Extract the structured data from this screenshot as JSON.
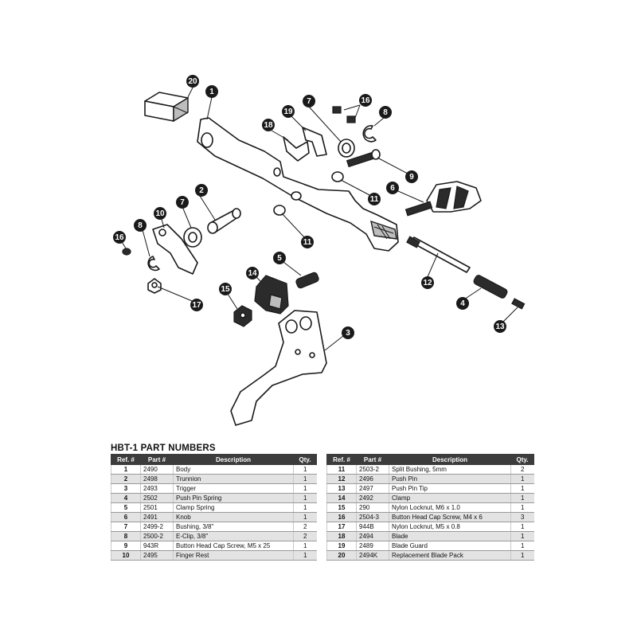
{
  "diagram": {
    "callouts": [
      "20",
      "1",
      "7",
      "16",
      "8",
      "18",
      "19",
      "9",
      "11",
      "6",
      "2",
      "7",
      "10",
      "8",
      "16",
      "11",
      "12",
      "5",
      "14",
      "4",
      "15",
      "17",
      "13",
      "3"
    ]
  },
  "table": {
    "title": "HBT-1 PART NUMBERS",
    "headers": {
      "ref": "Ref. #",
      "part": "Part #",
      "description": "Description",
      "qty": "Qty."
    },
    "left_rows": [
      {
        "ref": "1",
        "part": "2490",
        "description": "Body",
        "qty": "1"
      },
      {
        "ref": "2",
        "part": "2498",
        "description": "Trunnion",
        "qty": "1"
      },
      {
        "ref": "3",
        "part": "2493",
        "description": "Trigger",
        "qty": "1"
      },
      {
        "ref": "4",
        "part": "2502",
        "description": "Push Pin Spring",
        "qty": "1"
      },
      {
        "ref": "5",
        "part": "2501",
        "description": "Clamp Spring",
        "qty": "1"
      },
      {
        "ref": "6",
        "part": "2491",
        "description": "Knob",
        "qty": "1"
      },
      {
        "ref": "7",
        "part": "2499-2",
        "description": "Bushing, 3/8\"",
        "qty": "2"
      },
      {
        "ref": "8",
        "part": "2500-2",
        "description": "E-Clip, 3/8\"",
        "qty": "2"
      },
      {
        "ref": "9",
        "part": "943R",
        "description": "Button Head Cap Screw, M5 x 25",
        "qty": "1"
      },
      {
        "ref": "10",
        "part": "2495",
        "description": "Finger Rest",
        "qty": "1"
      }
    ],
    "right_rows": [
      {
        "ref": "11",
        "part": "2503-2",
        "description": "Split Bushing, 5mm",
        "qty": "2"
      },
      {
        "ref": "12",
        "part": "2496",
        "description": "Push Pin",
        "qty": "1"
      },
      {
        "ref": "13",
        "part": "2497",
        "description": "Push Pin Tip",
        "qty": "1"
      },
      {
        "ref": "14",
        "part": "2492",
        "description": "Clamp",
        "qty": "1"
      },
      {
        "ref": "15",
        "part": "290",
        "description": "Nylon Locknut, M6 x 1.0",
        "qty": "1"
      },
      {
        "ref": "16",
        "part": "2504-3",
        "description": "Button Head Cap Screw, M4 x 6",
        "qty": "3"
      },
      {
        "ref": "17",
        "part": "944B",
        "description": "Nylon Locknut, M5 x 0.8",
        "qty": "1"
      },
      {
        "ref": "18",
        "part": "2494",
        "description": "Blade",
        "qty": "1"
      },
      {
        "ref": "19",
        "part": "2489",
        "description": "Blade Guard",
        "qty": "1"
      },
      {
        "ref": "20",
        "part": "2494K",
        "description": "Replacement Blade Pack",
        "qty": "1"
      }
    ]
  }
}
